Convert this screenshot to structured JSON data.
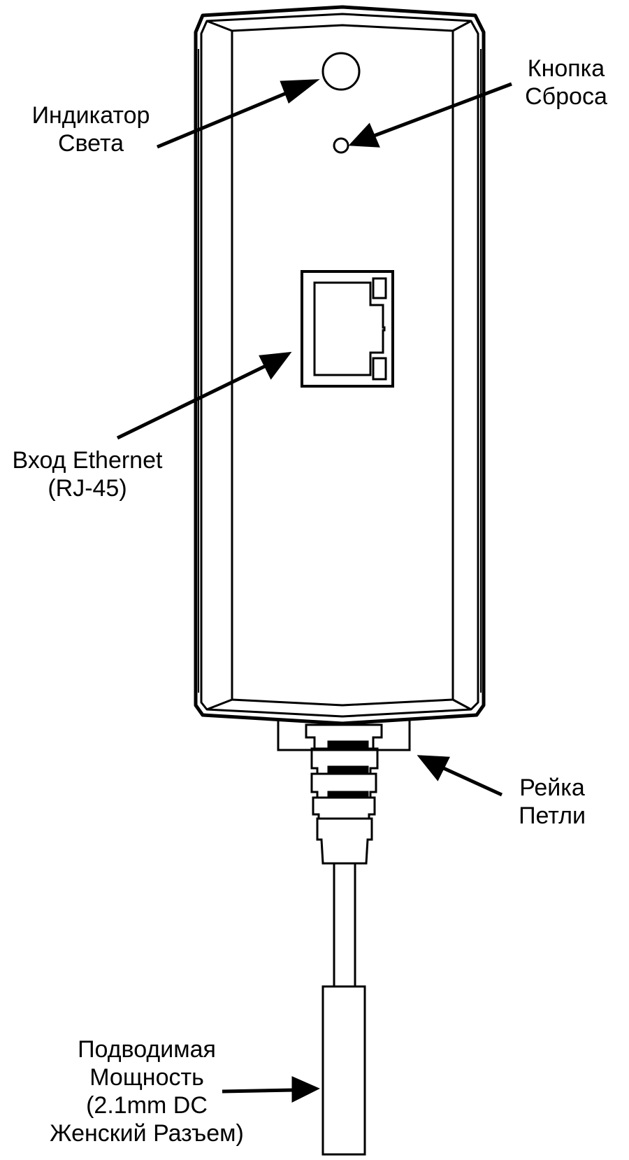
{
  "callouts": {
    "light_indicator": {
      "lines": [
        "Индикатор",
        "Света"
      ]
    },
    "reset_button": {
      "lines": [
        "Кнопка",
        "Сброса"
      ]
    },
    "ethernet_input": {
      "lines": [
        "Вход Ethernet",
        "(RJ-45)"
      ]
    },
    "loop_rail": {
      "lines": [
        "Рейка",
        "Петли"
      ]
    },
    "power_input": {
      "lines": [
        "Подводимая",
        "Мощность",
        "(2.1mm DC",
        "Женский Разъем)"
      ]
    }
  },
  "colors": {
    "stroke": "#000000",
    "background": "#ffffff"
  }
}
